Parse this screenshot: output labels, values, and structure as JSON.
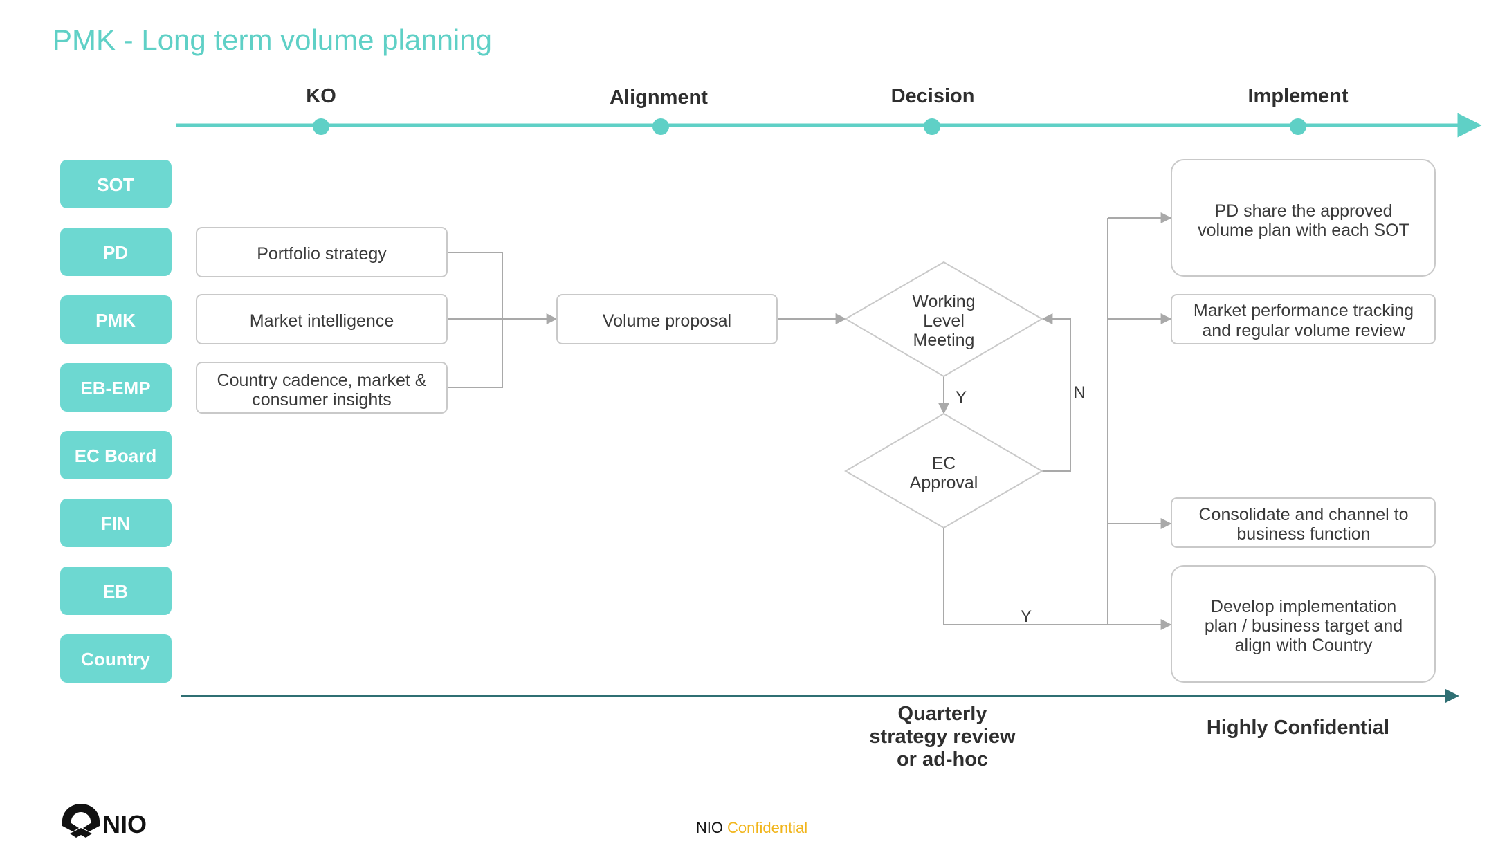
{
  "title": "PMK - Long term volume planning",
  "phases": [
    "KO",
    "Alignment",
    "Decision",
    "Implement"
  ],
  "lanes": [
    "SOT",
    "PD",
    "PMK",
    "EB-EMP",
    "EC Board",
    "FIN",
    "EB",
    "Country"
  ],
  "nodes": {
    "portfolio_strategy": "Portfolio strategy",
    "market_intelligence": "Market intelligence",
    "country_cadence": [
      "Country cadence, market &",
      "consumer insights"
    ],
    "volume_proposal": "Volume proposal",
    "working_level_meeting": [
      "Working",
      "Level",
      "Meeting"
    ],
    "ec_approval": [
      "EC",
      "Approval"
    ],
    "pd_share": [
      "PD share the approved",
      "volume plan with each SOT"
    ],
    "market_tracking": [
      "Market performance tracking",
      "and regular volume review"
    ],
    "consolidate": [
      "Consolidate and channel to",
      "business function"
    ],
    "develop_plan": [
      "Develop implementation",
      "plan / business target and",
      "align with Country"
    ]
  },
  "edge_labels": {
    "wlm_to_ec": "Y",
    "ec_back_to_wlm": "N",
    "ec_to_implement": "Y"
  },
  "bottom_notes": {
    "quarterly": [
      "Quarterly",
      "strategy review",
      "or ad-hoc"
    ],
    "confidential": "Highly Confidential"
  },
  "footer": {
    "brand": "NIO",
    "classification_prefix": "NIO",
    "classification": "Confidential"
  },
  "colors": {
    "teal": "#5fd0c6",
    "lane_fill": "#6dd8d1",
    "dark_teal": "#2f6f73",
    "box_border": "#c9c9c9",
    "arrow": "#a9a9a9",
    "accent_yellow": "#f1b51c"
  },
  "icons": {
    "logo": "nio-logo-icon"
  }
}
